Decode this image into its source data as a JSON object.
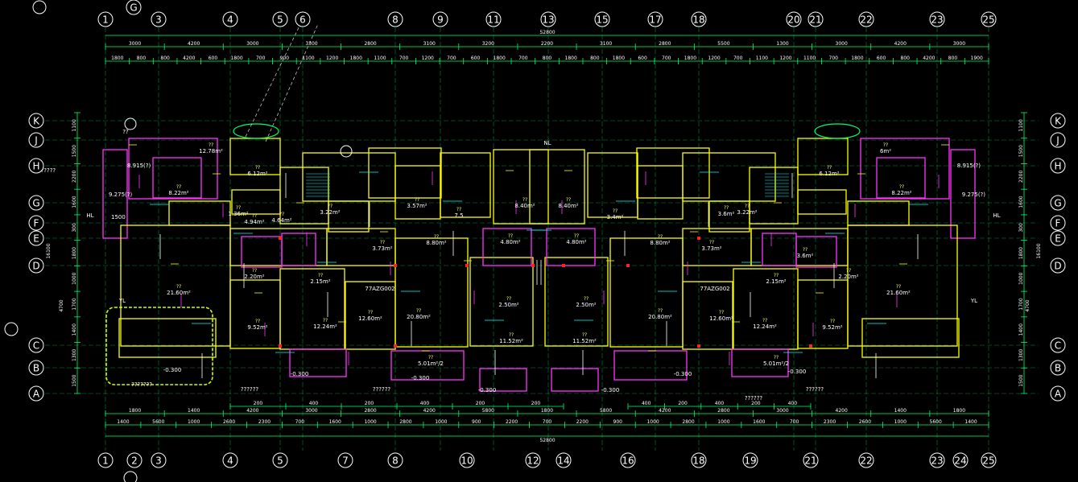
{
  "grid_top": [
    {
      "label": "1"
    },
    {
      "label": "3"
    },
    {
      "label": "4"
    },
    {
      "label": "5"
    },
    {
      "label": "6"
    },
    {
      "label": "8"
    },
    {
      "label": "9"
    },
    {
      "label": "11"
    },
    {
      "label": "13"
    },
    {
      "label": "15"
    },
    {
      "label": "17"
    },
    {
      "label": "18"
    },
    {
      "label": "20"
    },
    {
      "label": "21"
    },
    {
      "label": "22"
    },
    {
      "label": "23"
    },
    {
      "label": "25"
    }
  ],
  "grid_top_extra": [
    {
      "label": "G"
    }
  ],
  "grid_bottom": [
    {
      "label": "1"
    },
    {
      "label": "2"
    },
    {
      "label": "3"
    },
    {
      "label": "4"
    },
    {
      "label": "5"
    },
    {
      "label": "7"
    },
    {
      "label": "8"
    },
    {
      "label": "10"
    },
    {
      "label": "12"
    },
    {
      "label": "14"
    },
    {
      "label": "16"
    },
    {
      "label": "18"
    },
    {
      "label": "19"
    },
    {
      "label": "21"
    },
    {
      "label": "22"
    },
    {
      "label": "23"
    },
    {
      "label": "24"
    },
    {
      "label": "25"
    }
  ],
  "grid_rows": [
    {
      "label": "K"
    },
    {
      "label": "J"
    },
    {
      "label": "H"
    },
    {
      "label": "G"
    },
    {
      "label": "F"
    },
    {
      "label": "E"
    },
    {
      "label": "D"
    },
    {
      "label": "C"
    },
    {
      "label": "B"
    },
    {
      "label": "A"
    }
  ],
  "dims_top": {
    "total": "52800",
    "row1": [
      "3000",
      "4200",
      "3000",
      "3300",
      "2800",
      "3100",
      "3200",
      "2200",
      "3100",
      "2800",
      "5500",
      "1300",
      "3000",
      "4200",
      "3000"
    ],
    "row2": [
      "1800",
      "800",
      "800",
      "4200",
      "600",
      "1800",
      "700",
      "900",
      "1100",
      "1200",
      "1800",
      "1100",
      "700",
      "1200",
      "700",
      "600",
      "1800",
      "700",
      "800",
      "1800",
      "800",
      "1800",
      "600",
      "700",
      "1800",
      "1200",
      "700",
      "1100",
      "1200",
      "1100",
      "700",
      "1800",
      "600",
      "800",
      "4200",
      "800",
      "1900"
    ]
  },
  "dims_bottom": {
    "total": "52800",
    "row1": [
      "1800",
      "1400",
      "4200",
      "3000",
      "2800",
      "4200",
      "5800",
      "1800",
      "5800",
      "4200",
      "2800",
      "3000",
      "4200",
      "1400",
      "1800"
    ],
    "row2": [
      "1400",
      "5600",
      "1000",
      "2600",
      "2300",
      "700",
      "1600",
      "1000",
      "2800",
      "1000",
      "900",
      "2200",
      "700",
      "2200",
      "900",
      "1000",
      "2800",
      "1000",
      "1600",
      "700",
      "2300",
      "2600",
      "1000",
      "5600",
      "1400"
    ],
    "small": [
      "200",
      "400",
      "200",
      "400",
      "200",
      "200",
      "400",
      "200",
      "400",
      "200",
      "400"
    ]
  },
  "dims_left": [
    "1100",
    "1500",
    "2200",
    "1600",
    "300",
    "1800",
    "1000",
    "1700",
    "1400",
    "1300",
    "1500"
  ],
  "dims_left_totals": [
    "16100",
    "4700"
  ],
  "dims_right": [
    "1100",
    "1500",
    "2200",
    "1600",
    "300",
    "1800",
    "1000",
    "1700",
    "1400",
    "1300",
    "1500"
  ],
  "dims_right_totals": [
    "16100",
    "4700"
  ],
  "room_labels": [
    {
      "text": "8.22m²"
    },
    {
      "text": "12.78m²"
    },
    {
      "text": "6.12m²"
    },
    {
      "text": "1.36m²"
    },
    {
      "text": "4.94m²"
    },
    {
      "text": "4.64m²"
    },
    {
      "text": "3.22m²"
    },
    {
      "text": "3.57m²"
    },
    {
      "text": "7.5"
    },
    {
      "text": "8.40m²"
    },
    {
      "text": "8.40m²"
    },
    {
      "text": "3.4m²"
    },
    {
      "text": "8.80m²"
    },
    {
      "text": "8.80m²"
    },
    {
      "text": "3.73m²"
    },
    {
      "text": "4.80m²"
    },
    {
      "text": "4.80m²"
    },
    {
      "text": "3.6m²"
    },
    {
      "text": "2.20m²"
    },
    {
      "text": "2.15m²"
    },
    {
      "text": "21.60m²"
    },
    {
      "text": "9.52m²"
    },
    {
      "text": "12.24m²"
    },
    {
      "text": "12.60m²"
    },
    {
      "text": "20.80m²"
    },
    {
      "text": "2.50m²"
    },
    {
      "text": "11.52m²"
    },
    {
      "text": "11.52m²"
    },
    {
      "text": "2.50m²"
    },
    {
      "text": "20.80m²"
    },
    {
      "text": "12.60m²"
    },
    {
      "text": "12.24m²"
    },
    {
      "text": "9.52m²"
    },
    {
      "text": "21.60m²"
    },
    {
      "text": "5.01m²/2"
    },
    {
      "text": "5.01m²/2"
    },
    {
      "text": "2.20m²"
    },
    {
      "text": "2.15m²"
    },
    {
      "text": "3.73m²"
    },
    {
      "text": "6.12m²"
    },
    {
      "text": "8.22m²"
    },
    {
      "text": "6m²"
    },
    {
      "text": "3.6m²"
    },
    {
      "text": "3.22m²"
    }
  ],
  "annotations": [
    {
      "text": "8.915(?)"
    },
    {
      "text": "8.915(?)"
    },
    {
      "text": "9.275(?)"
    },
    {
      "text": "9.275(?)"
    },
    {
      "text": "1500"
    },
    {
      "text": "-0.300"
    },
    {
      "text": "-0.300"
    },
    {
      "text": "-0.300"
    },
    {
      "text": "-0.300"
    },
    {
      "text": "-0.300"
    },
    {
      "text": "-0.300"
    },
    {
      "text": "-0.300"
    },
    {
      "text": "HL"
    },
    {
      "text": "HL"
    },
    {
      "text": "YL"
    },
    {
      "text": "YL"
    },
    {
      "text": "NL"
    },
    {
      "text": "??????"
    },
    {
      "text": "??????"
    },
    {
      "text": "??????"
    },
    {
      "text": "??????"
    },
    {
      "text": "??????"
    },
    {
      "text": "77AZG002"
    },
    {
      "text": "77AZG002"
    },
    {
      "text": "??"
    },
    {
      "text": "???????"
    }
  ],
  "colors": {
    "background": "#000000",
    "grid": "#00ff66",
    "wall": "#ffff00",
    "door": "#ff33ff",
    "text": "#ffffff",
    "circle": "#ffffff",
    "dim": "#00ff66",
    "red": "#ff2222",
    "cyan": "#00ffff"
  }
}
